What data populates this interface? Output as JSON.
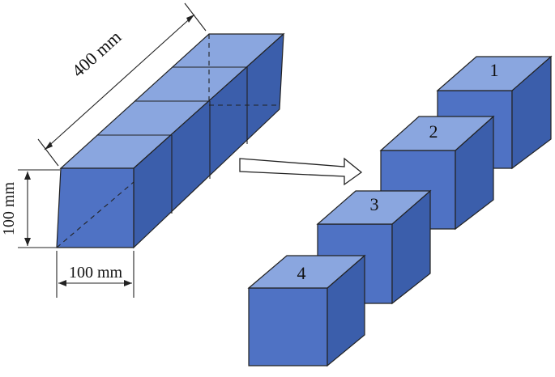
{
  "diagram": {
    "dimension_length": "400 mm",
    "dimension_height": "100 mm",
    "dimension_width": "100 mm",
    "piece_labels": [
      "1",
      "2",
      "3",
      "4"
    ],
    "colors": {
      "front": "#4f72c4",
      "top": "#8aa6df",
      "side": "#3b5eab",
      "outline": "#222222",
      "arrow_fill": "#ffffff"
    }
  }
}
